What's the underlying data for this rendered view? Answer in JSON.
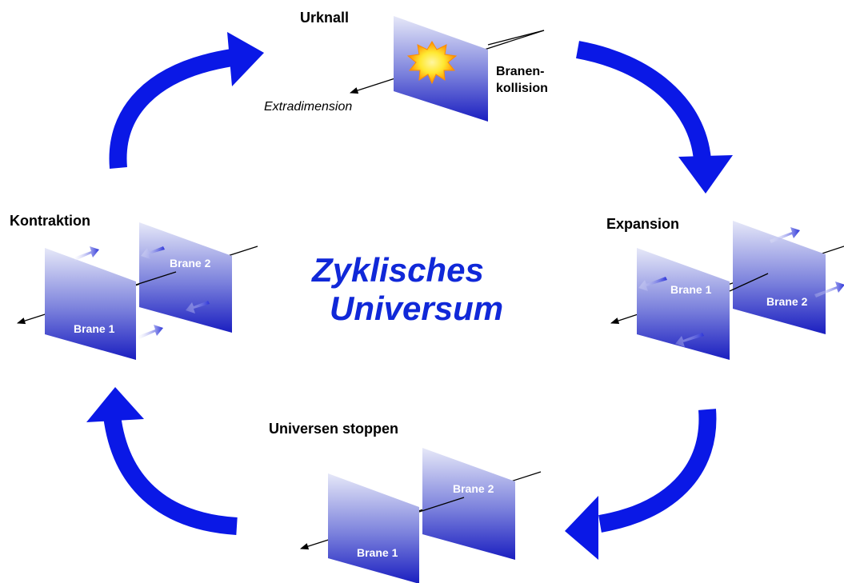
{
  "colors": {
    "arrow": "#0a18e6",
    "brane_light": "#e6e8f8",
    "brane_dark": "#1a1ec0",
    "title": "#1028d8",
    "sun_outer": "#ff8c00",
    "sun_inner": "#ffe830"
  },
  "title": {
    "line1": "Zyklisches",
    "line2": "Universum"
  },
  "stages": {
    "bigbang": {
      "label": "Urknall",
      "axis_label": "Extradimension",
      "collision_line1": "Branen-",
      "collision_line2": "kollision"
    },
    "expansion": {
      "label": "Expansion",
      "brane1": "Brane 1",
      "brane2": "Brane 2"
    },
    "stop": {
      "label": "Universen stoppen",
      "brane1": "Brane 1",
      "brane2": "Brane 2"
    },
    "contraction": {
      "label": "Kontraktion",
      "brane1": "Brane 1",
      "brane2": "Brane 2"
    }
  }
}
